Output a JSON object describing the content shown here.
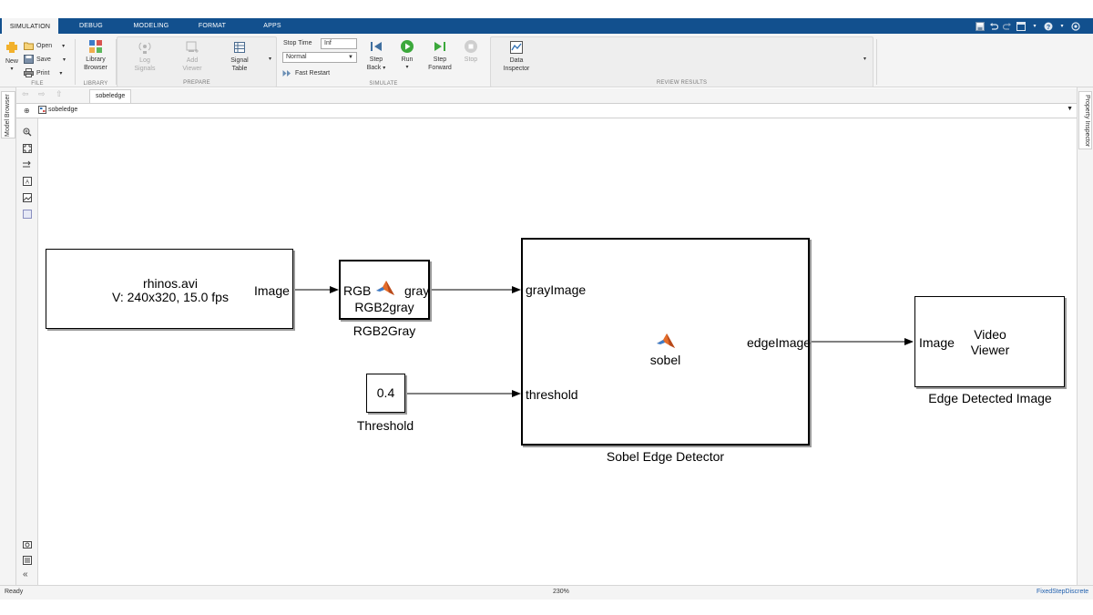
{
  "tabs": [
    "SIMULATION",
    "DEBUG",
    "MODELING",
    "FORMAT",
    "APPS"
  ],
  "active_tab": "SIMULATION",
  "quick_access_icons": [
    "save-icon",
    "undo-icon",
    "redo-icon",
    "window-icon",
    "help-icon",
    "expand-icon"
  ],
  "ribbon": {
    "file": {
      "new": "New",
      "open": "Open",
      "save": "Save",
      "print": "Print",
      "label": "FILE"
    },
    "library": {
      "library_browser_l1": "Library",
      "library_browser_l2": "Browser",
      "label": "LIBRARY"
    },
    "prepare": {
      "log_signals_l1": "Log",
      "log_signals_l2": "Signals",
      "add_viewer_l1": "Add",
      "add_viewer_l2": "Viewer",
      "signal_table_l1": "Signal",
      "signal_table_l2": "Table",
      "label": "PREPARE"
    },
    "simulate": {
      "stop_time_label": "Stop Time",
      "stop_time_value": "Inf",
      "mode_value": "Normal",
      "fast_restart": "Fast Restart",
      "step_back_l1": "Step",
      "step_back_l2": "Back",
      "run": "Run",
      "step_forward_l1": "Step",
      "step_forward_l2": "Forward",
      "stop": "Stop",
      "label": "SIMULATE"
    },
    "review": {
      "data_inspector_l1": "Data",
      "data_inspector_l2": "Inspector",
      "label": "REVIEW RESULTS"
    }
  },
  "side_tabs": {
    "left": "Model Browser",
    "right": "Property Inspector"
  },
  "model_tab": "sobeledge",
  "address": "sobeledge",
  "diagram": {
    "source_block": {
      "line1": "rhinos.avi",
      "line2": "V: 240x320, 15.0 fps",
      "port_out": "Image"
    },
    "rgb2gray_block": {
      "port_in": "RGB",
      "port_out": "gray",
      "inner_name": "RGB2gray",
      "caption": "RGB2Gray"
    },
    "threshold_block": {
      "value": "0.4",
      "caption": "Threshold"
    },
    "sobel_block": {
      "port_in1": "grayImage",
      "port_in2": "threshold",
      "port_out": "edgeImage",
      "inner_name": "sobel",
      "caption": "Sobel Edge Detector"
    },
    "viewer_block": {
      "port_in": "Image",
      "line1": "Video",
      "line2": "Viewer",
      "caption": "Edge Detected Image"
    }
  },
  "status": {
    "state": "Ready",
    "zoom": "230%",
    "solver": "FixedStepDiscrete"
  }
}
